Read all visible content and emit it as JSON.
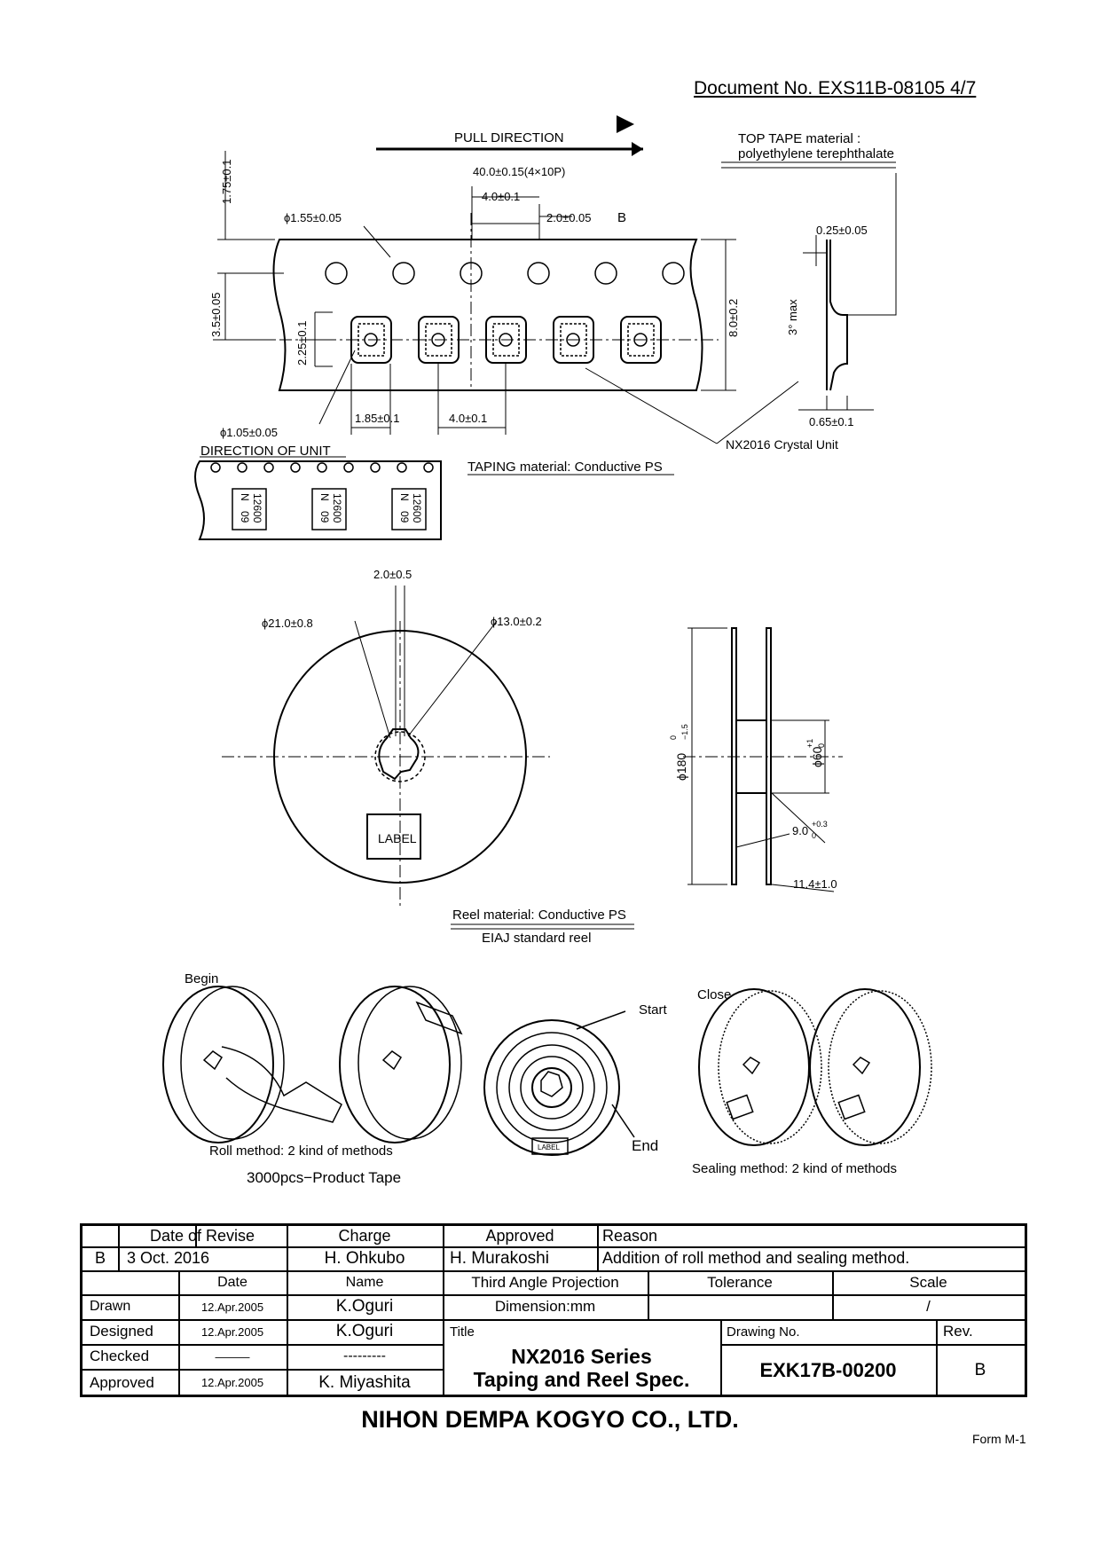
{
  "document_no": "Document No. EXS11B-08105 4/7",
  "tape": {
    "pull_direction": "PULL DIRECTION",
    "top_tape_material": "TOP TAPE material :",
    "top_tape_substance": "polyethylene terephthalate",
    "dim_40": "40.0±0.15(4×10P)",
    "dim_4_0_pitch": "4.0±0.1",
    "dim_2_0": "2.0±0.05",
    "section_b": "B",
    "dim_1_75": "1.75±0.1",
    "dim_hole": "ϕ1.55±0.05",
    "dim_0_25": "0.25±0.05",
    "dim_3_5": "3.5±0.05",
    "dim_2_25": "2.25±0.1",
    "dim_8_0": "8.0±0.2",
    "dim_3deg": "3° max",
    "dim_1_85": "1.85±0.1",
    "dim_4_0_pocket": "4.0±0.1",
    "dim_0_65": "0.65±0.1",
    "dim_pocket_hole": "ϕ1.05±0.05",
    "crystal_unit": "NX2016 Crystal Unit",
    "direction_of_unit": "DIRECTION OF UNIT",
    "taping_material": "TAPING material: Conductive PS",
    "unit_marking_1": "12600",
    "unit_marking_2": "09",
    "unit_marking_symbol": "N"
  },
  "reel": {
    "dim_2_0": "2.0±0.5",
    "dim_21": "ϕ21.0±0.8",
    "dim_13": "ϕ13.0±0.2",
    "label": "LABEL",
    "dim_180": "ϕ180",
    "dim_180_tol": "0",
    "dim_180_tol_low": "−1.5",
    "dim_60": "ϕ60",
    "dim_60_tol": "+1",
    "dim_60_tol_low": "0",
    "dim_9": "9.0",
    "dim_9_tol": "+0.3",
    "dim_9_tol_low": "0",
    "dim_11_4": "11.4±1.0",
    "reel_material": "Reel material: Conductive PS",
    "reel_standard": "EIAJ standard reel"
  },
  "packing": {
    "begin": "Begin",
    "roll_method": "Roll method: 2 kind of methods",
    "product_tape": "3000pcs−Product Tape",
    "start": "Start",
    "end": "End",
    "label_small": "LABEL",
    "close": "Close",
    "sealing_method": "Sealing method: 2 kind of methods"
  },
  "title_block": {
    "rev_header": {
      "date_of_revise": "Date of Revise",
      "charge": "Charge",
      "approved": "Approved",
      "reason": "Reason"
    },
    "revision": {
      "rev": "B",
      "date": "3 Oct. 2016",
      "charge": "H. Ohkubo",
      "approved": "H. Murakoshi",
      "reason": "Addition of roll method and sealing method."
    },
    "col_date": "Date",
    "col_name": "Name",
    "projection": "Third Angle Projection",
    "tolerance": "Tolerance",
    "scale": "Scale",
    "dimension": "Dimension:mm",
    "scale_value": "/",
    "drawn": {
      "label": "Drawn",
      "date": "12.Apr.2005",
      "name": "K.Oguri"
    },
    "designed": {
      "label": "Designed",
      "date": "12.Apr.2005",
      "name": "K.Oguri"
    },
    "checked": {
      "label": "Checked",
      "date": "———",
      "name": "---------"
    },
    "approved_row": {
      "label": "Approved",
      "date": "12.Apr.2005",
      "name": "K. Miyashita"
    },
    "title_label": "Title",
    "title_line1": "NX2016 Series",
    "title_line2": "Taping and Reel Spec.",
    "drawing_no_label": "Drawing No.",
    "drawing_no": "EXK17B-00200",
    "rev_label": "Rev.",
    "rev_value": "B"
  },
  "company": "NIHON DEMPA KOGYO CO., LTD.",
  "form": "Form M-1"
}
